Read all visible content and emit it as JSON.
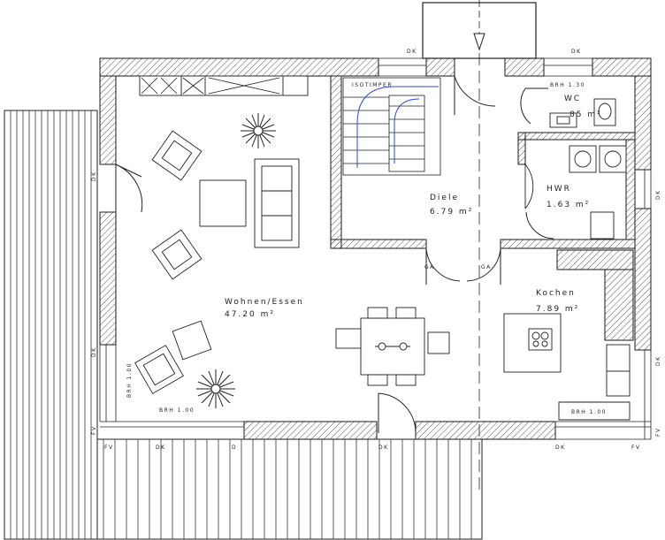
{
  "rooms": {
    "living": {
      "name": "Wohnen/Essen",
      "area": "47.20 m²"
    },
    "hall": {
      "name": "Diele",
      "area": "6.79 m²"
    },
    "wc": {
      "name": "WC",
      "area": "85 m²"
    },
    "utility": {
      "name": "HWR",
      "area": "1.63 m²"
    },
    "kitchen": {
      "name": "Kochen",
      "area": "7.89 m²"
    }
  },
  "labels": {
    "stair": "ISOTIMPER",
    "dk_top_left": "DK",
    "dk_top_right": "DK",
    "dk_left_upper": "DK",
    "dk_left_lower": "DK",
    "dk_right_upper": "DK",
    "dk_right_lower": "DK",
    "fv_left": "FV",
    "fv_right": "FV",
    "bottom_fv_left": "FV",
    "bottom_dk_1": "DK",
    "bottom_d": "D",
    "bottom_dk_2": "DK",
    "bottom_dk_3": "DK",
    "bottom_fv_right": "FV",
    "brh_left_vertical": "BRH 1.00",
    "brh_left": "BRH 1.00",
    "brh_right": "BRH 1.00",
    "brh_wc": "BRH 1.30",
    "ga_1": "GA",
    "ga_2": "GA"
  },
  "colors": {
    "line": "#1a1a1a",
    "hatch": "#555555",
    "accent": "#2a4bd7"
  }
}
